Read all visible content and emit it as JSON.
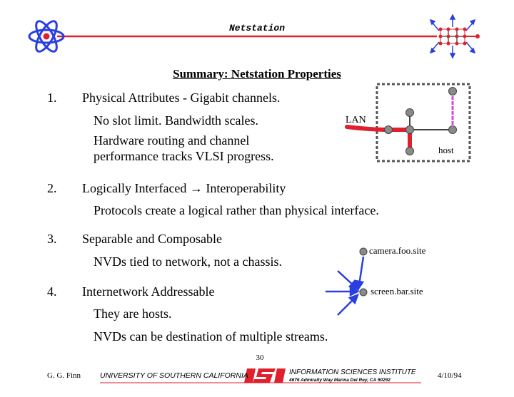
{
  "header": {
    "title": "Netstation"
  },
  "slide": {
    "title": "Summary: Netstation Properties"
  },
  "items": [
    {
      "num": "1.",
      "heading": "Physical Attributes - Gigabit channels.",
      "sub": [
        "No slot limit.  Bandwidth scales.",
        "Hardware routing and channel",
        "performance tracks VLSI progress."
      ]
    },
    {
      "num": "2.",
      "heading": "Logically Interfaced → Interoperability",
      "sub": [
        "Protocols create a logical rather than physical interface."
      ]
    },
    {
      "num": "3.",
      "heading": "Separable and Composable",
      "sub": [
        "NVDs tied to network, not a chassis."
      ]
    },
    {
      "num": "4.",
      "heading": "Internetwork Addressable",
      "sub": [
        "They are hosts.",
        "NVDs can be destination of multiple streams."
      ]
    }
  ],
  "network_diagram": {
    "lan_label": "LAN",
    "host_label": "host"
  },
  "nvd_diagram": {
    "camera_label": "camera.foo.site",
    "screen_label": "screen.bar.site"
  },
  "footer": {
    "page_number": "30",
    "author": "G. G. Finn",
    "university": "UNIVERSITY OF  SOUTHERN CALIFORNIA",
    "institute": "INFORMATION SCIENCES INSTITUTE",
    "address": "4676 Admiralty Way  Marina Del Rey, CA 90292",
    "date": "4/10/94"
  },
  "colors": {
    "accent_red": "#e0202c",
    "node_gray": "#8a8a8a",
    "arrow_blue": "#2a3fe0",
    "host_link_magenta": "#e040e0"
  }
}
